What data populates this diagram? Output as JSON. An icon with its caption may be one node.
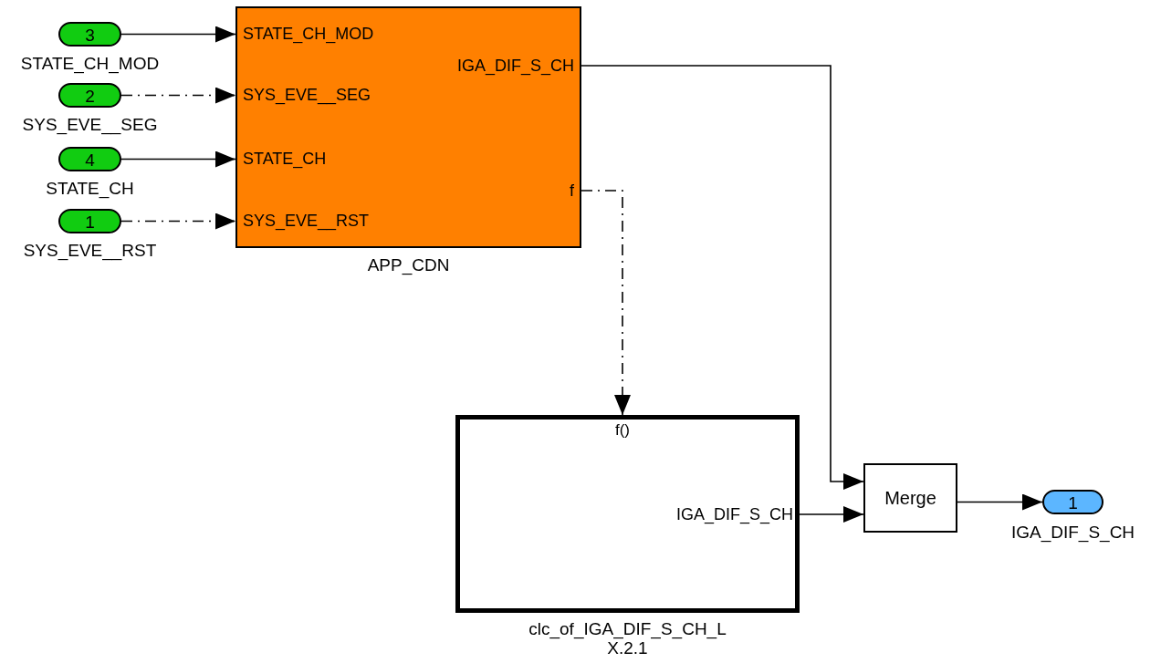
{
  "diagram": {
    "nodes": [
      {
        "text": [
          "3"
        ],
        "beside": [
          "STATE_CH_MOD"
        ]
      },
      {
        "text": [
          "2"
        ],
        "beside": [
          "SYS_EVE__SEG"
        ]
      },
      {
        "text": [
          "4"
        ],
        "beside": [
          "STATE_CH"
        ]
      },
      {
        "text": [
          "1"
        ],
        "beside": [
          "SYS_EVE__RST"
        ]
      },
      {
        "text": [
          "STATE_CH_MOD",
          "SYS_EVE__SEG",
          "STATE_CH",
          "SYS_EVE__RST",
          "IGA_DIF_S_CH",
          "f"
        ],
        "beside": [
          "APP_CDN"
        ]
      },
      {
        "text": [
          "f()",
          "IGA_DIF_S_CH"
        ],
        "beside": [
          "clc_of_IGA_DIF_S_CH_L",
          "X.2.1"
        ]
      },
      {
        "text": [
          "Merge"
        ]
      },
      {
        "text": [
          "1"
        ],
        "beside": [
          "IGA_DIF_S_CH"
        ]
      }
    ],
    "edges": [
      {
        "from": 0,
        "to": 4,
        "arrow": "to"
      },
      {
        "from": 1,
        "to": 4,
        "arrow": "to",
        "style": "dashed"
      },
      {
        "from": 2,
        "to": 4,
        "arrow": "to"
      },
      {
        "from": 3,
        "to": 4,
        "arrow": "to",
        "style": "dashed"
      },
      {
        "from": 4,
        "to": 6,
        "arrow": "to"
      },
      {
        "from": 4,
        "to": 5,
        "arrow": "to",
        "style": "dashed"
      },
      {
        "from": 5,
        "to": 6,
        "arrow": "to"
      },
      {
        "from": 6,
        "to": 7,
        "arrow": "to"
      }
    ]
  }
}
